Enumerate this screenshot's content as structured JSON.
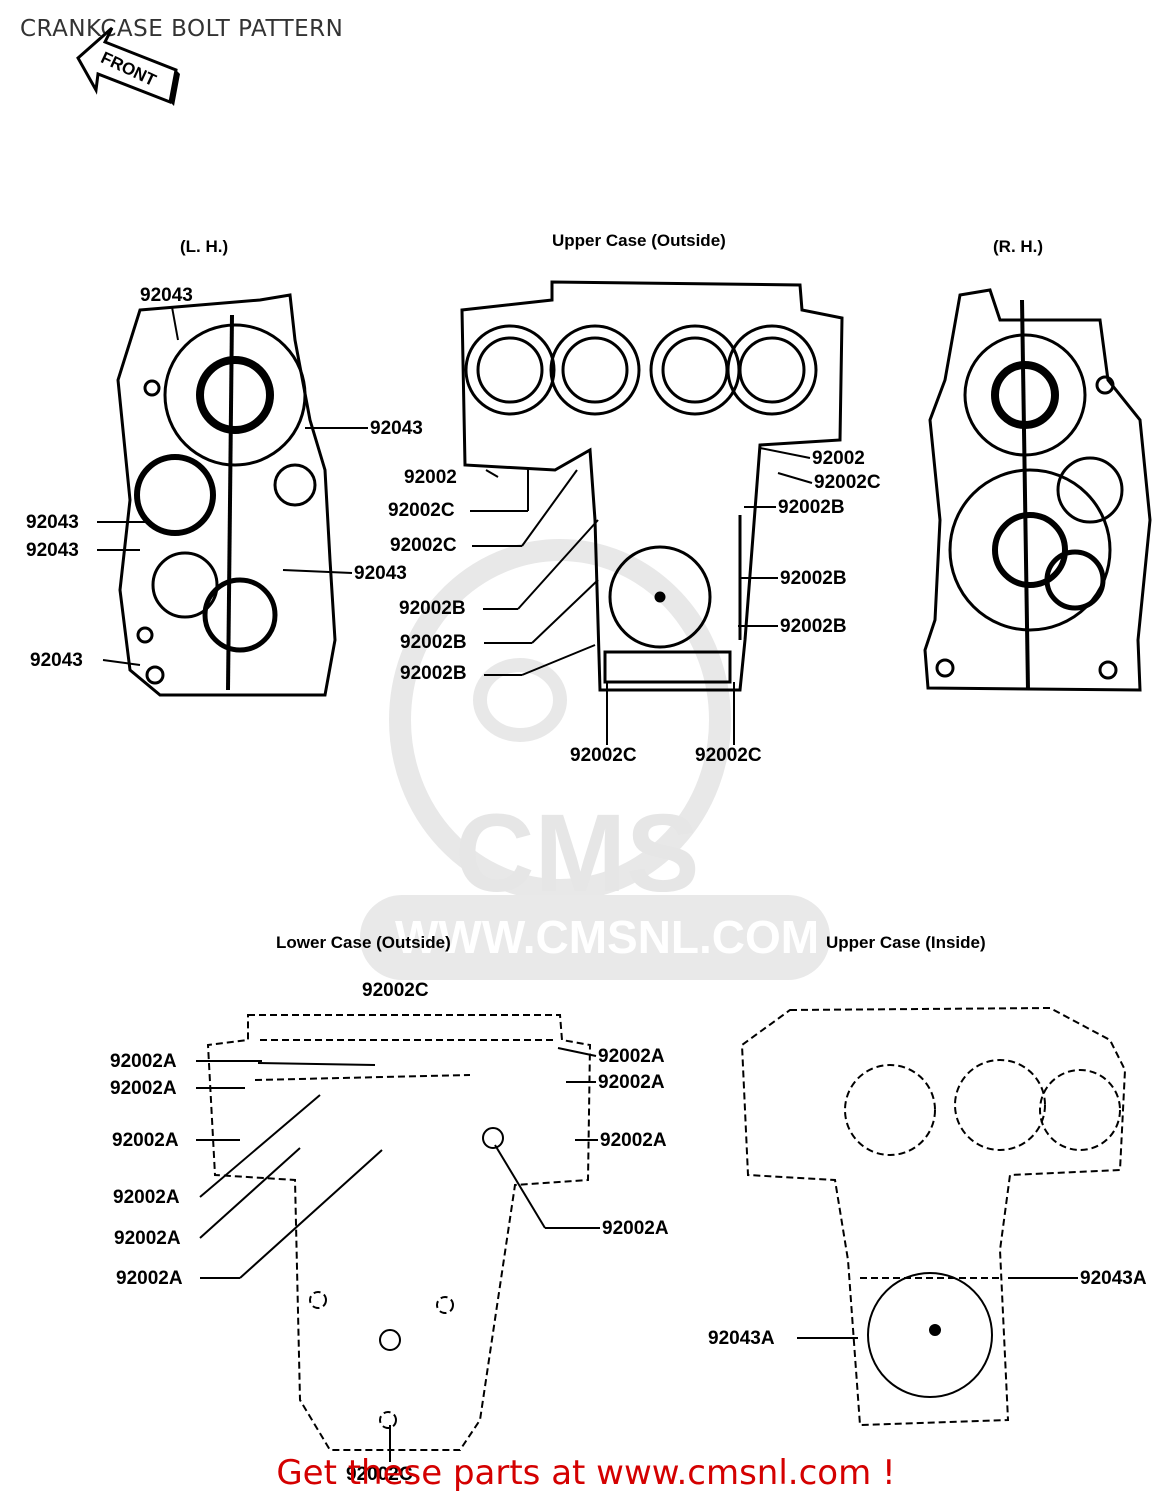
{
  "title": "CRANKCASE BOLT PATTERN",
  "arrow_label": "FRONT",
  "views": {
    "lh": "(L. H.)",
    "upper_outside": "Upper Case (Outside)",
    "rh": "(R. H.)",
    "lower_outside": "Lower Case (Outside)",
    "upper_inside": "Upper Case (Inside)"
  },
  "watermark": {
    "logo": "CMS",
    "url": "WWW.CMSNL.COM"
  },
  "callouts": {
    "lh": [
      "92043",
      "92043",
      "92043",
      "92043",
      "92043",
      "92043"
    ],
    "upper": [
      "92002",
      "92002C",
      "92002C",
      "92002B",
      "92002B",
      "92002B",
      "92002C",
      "92002C",
      "92002",
      "92002C",
      "92002B",
      "92002B",
      "92002B"
    ],
    "lower": [
      "92002C",
      "92002A",
      "92002A",
      "92002A",
      "92002A",
      "92002A",
      "92002A",
      "92002A",
      "92002A",
      "92002A",
      "92002A",
      "92002C"
    ],
    "inside": [
      "92043A",
      "92043A"
    ]
  },
  "footer": "Get these parts at www.cmsnl.com !",
  "colors": {
    "footer": "#d40000",
    "line": "#000000",
    "watermark": "#e6e6e6"
  }
}
